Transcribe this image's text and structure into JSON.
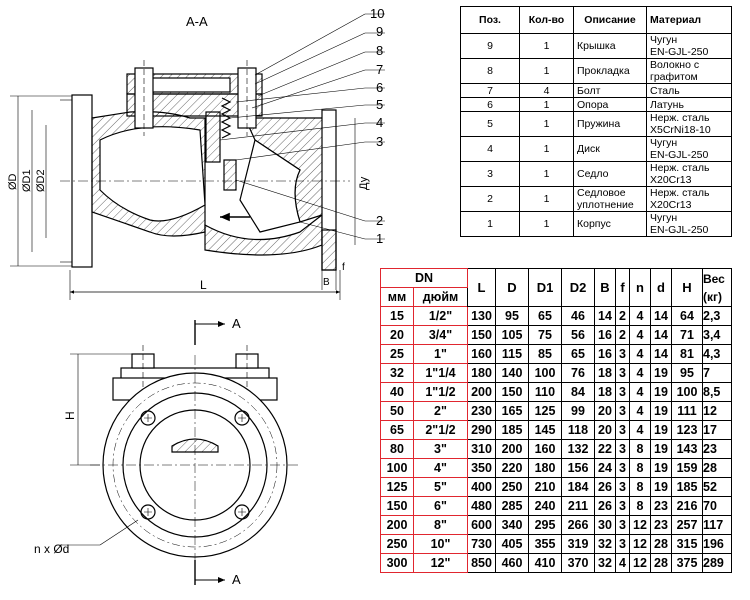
{
  "section_label": "А-А",
  "section_mark": "A",
  "callouts": [
    "10",
    "9",
    "8",
    "7",
    "6",
    "5",
    "4",
    "3",
    "2",
    "1"
  ],
  "dimension_labels": {
    "D": "ØD",
    "D1": "ØD1",
    "D2": "ØD2",
    "L": "L",
    "Du": "Ду",
    "B": "B",
    "f": "f",
    "H": "H",
    "holes": "n x Ød"
  },
  "parts_table": {
    "headers": [
      "Поз.",
      "Кол-во",
      "Описание",
      "Материал"
    ],
    "rows": [
      [
        "9",
        "1",
        "Крышка",
        "Чугун\nEN-GJL-250"
      ],
      [
        "8",
        "1",
        "Прокладка",
        "Волокно с\nграфитом"
      ],
      [
        "7",
        "4",
        "Болт",
        "Сталь"
      ],
      [
        "6",
        "1",
        "Опора",
        "Латунь"
      ],
      [
        "5",
        "1",
        "Пружина",
        "Нерж. сталь\nX5CrNi18-10"
      ],
      [
        "4",
        "1",
        "Диск",
        "Чугун\nEN-GJL-250"
      ],
      [
        "3",
        "1",
        "Седло",
        "Нерж. сталь\nX20Cr13"
      ],
      [
        "2",
        "1",
        "Седловое\nуплотнение",
        "Нерж. сталь\nX20Cr13"
      ],
      [
        "1",
        "1",
        "Корпус",
        "Чугун\nEN-GJL-250"
      ]
    ]
  },
  "dims_table": {
    "dn_header": "DN",
    "sub_headers": [
      "мм",
      "дюйм"
    ],
    "col_headers": [
      "L",
      "D",
      "D1",
      "D2",
      "B",
      "f",
      "n",
      "d",
      "H",
      "Вес\n(кг)"
    ],
    "rows": [
      [
        "15",
        "1/2\"",
        "130",
        "95",
        "65",
        "46",
        "14",
        "2",
        "4",
        "14",
        "64",
        "2,3"
      ],
      [
        "20",
        "3/4\"",
        "150",
        "105",
        "75",
        "56",
        "16",
        "2",
        "4",
        "14",
        "71",
        "3,4"
      ],
      [
        "25",
        "1\"",
        "160",
        "115",
        "85",
        "65",
        "16",
        "3",
        "4",
        "14",
        "81",
        "4,3"
      ],
      [
        "32",
        "1\"1/4",
        "180",
        "140",
        "100",
        "76",
        "18",
        "3",
        "4",
        "19",
        "95",
        "7"
      ],
      [
        "40",
        "1\"1/2",
        "200",
        "150",
        "110",
        "84",
        "18",
        "3",
        "4",
        "19",
        "100",
        "8,5"
      ],
      [
        "50",
        "2\"",
        "230",
        "165",
        "125",
        "99",
        "20",
        "3",
        "4",
        "19",
        "111",
        "12"
      ],
      [
        "65",
        "2\"1/2",
        "290",
        "185",
        "145",
        "118",
        "20",
        "3",
        "4",
        "19",
        "123",
        "17"
      ],
      [
        "80",
        "3\"",
        "310",
        "200",
        "160",
        "132",
        "22",
        "3",
        "8",
        "19",
        "143",
        "23"
      ],
      [
        "100",
        "4\"",
        "350",
        "220",
        "180",
        "156",
        "24",
        "3",
        "8",
        "19",
        "159",
        "28"
      ],
      [
        "125",
        "5\"",
        "400",
        "250",
        "210",
        "184",
        "26",
        "3",
        "8",
        "19",
        "185",
        "52"
      ],
      [
        "150",
        "6\"",
        "480",
        "285",
        "240",
        "211",
        "26",
        "3",
        "8",
        "23",
        "216",
        "70"
      ],
      [
        "200",
        "8\"",
        "600",
        "340",
        "295",
        "266",
        "30",
        "3",
        "12",
        "23",
        "257",
        "117"
      ],
      [
        "250",
        "10\"",
        "730",
        "405",
        "355",
        "319",
        "32",
        "3",
        "12",
        "28",
        "315",
        "196"
      ],
      [
        "300",
        "12\"",
        "850",
        "460",
        "410",
        "370",
        "32",
        "4",
        "12",
        "28",
        "375",
        "289"
      ]
    ]
  }
}
